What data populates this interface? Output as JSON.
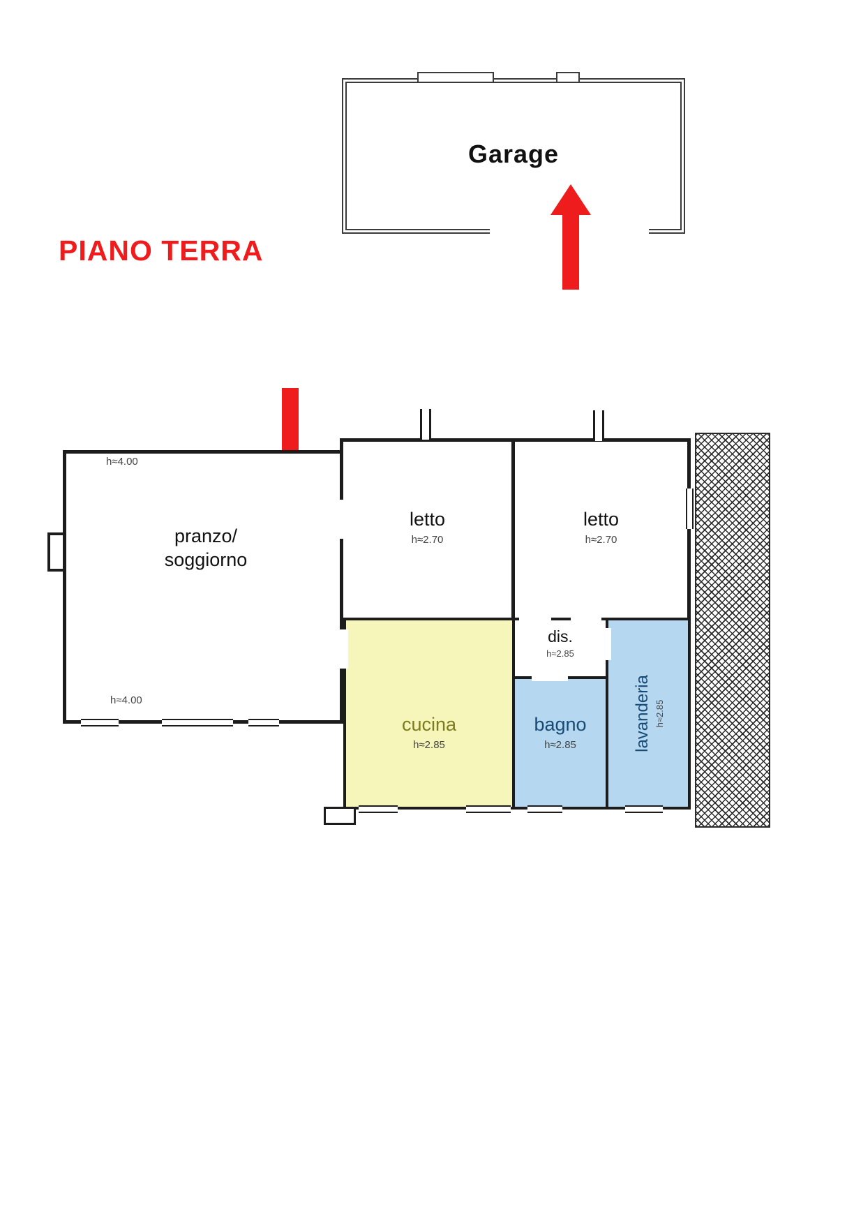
{
  "title": "PIANO TERRA",
  "garage": {
    "label": "Garage"
  },
  "rooms": {
    "pranzo": {
      "label": "pranzo/\nsoggiorno",
      "height_top": "h≈4.00",
      "height_bottom": "h≈4.00"
    },
    "letto1": {
      "label": "letto",
      "height": "h≈2.70"
    },
    "letto2": {
      "label": "letto",
      "height": "h≈2.70"
    },
    "dis": {
      "label": "dis.",
      "height": "h≈2.85"
    },
    "cucina": {
      "label": "cucina",
      "height": "h≈2.85"
    },
    "bagno": {
      "label": "bagno",
      "height": "h≈2.85"
    },
    "lavanderia": {
      "label": "lavanderia",
      "height": "h≈2.85"
    }
  },
  "colors": {
    "accent_red": "#ee1c1c",
    "wall": "#1c1c1c",
    "cucina_fill": "#f6f6ba",
    "cucina_text": "#7c7c1e",
    "bath_fill": "#b5d8f0",
    "bath_text": "#174a74"
  }
}
